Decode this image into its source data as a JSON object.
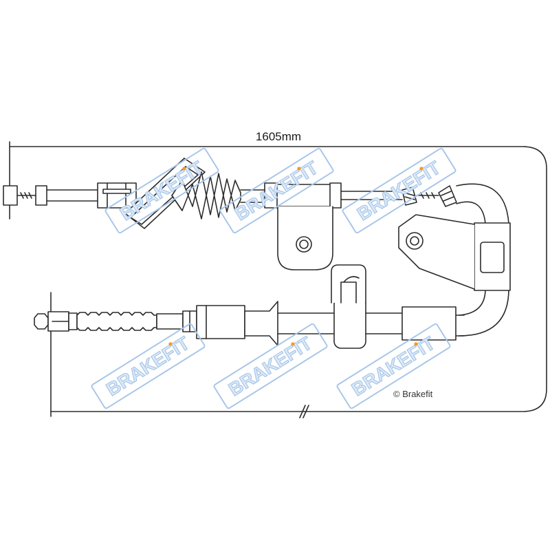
{
  "dimension": {
    "length_label": "1605mm"
  },
  "copyright": "© Brakefit",
  "watermark": {
    "text": "BRAKEFIT",
    "fill_color": "#dce9f7",
    "stroke_color": "#a8c6e8",
    "dot_color": "#f59a23"
  },
  "colors": {
    "line": "#2b2b2b",
    "fill": "#ffffff"
  }
}
